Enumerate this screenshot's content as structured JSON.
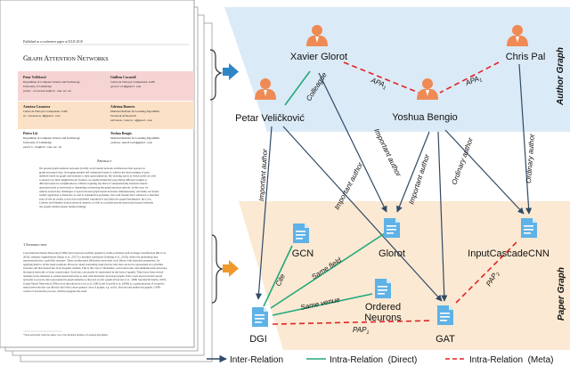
{
  "paper": {
    "header": "Published as a conference paper at ICLR 2018",
    "title": "Graph Attention Networks",
    "authors": [
      {
        "name": "Petar Veličković",
        "affil": "Department of Computer Science and Technology",
        "uni": "University of Cambridge",
        "email": "petar.velickovic@cst.cam.ac.uk"
      },
      {
        "name": "Guillem Cucurull",
        "affil": "Centre de Visió per Computador, UAB",
        "uni": "",
        "email": "gcucurull@gmail.com"
      },
      {
        "name": "Arantxa Casanova",
        "affil": "Centre de Visió per Computador, UAB",
        "uni": "",
        "email": "ar.casanova.8@gmail.com"
      },
      {
        "name": "Adriana Romero",
        "affil": "Montréal Institute for Learning Algorithms",
        "uni": "Facebook AI Research",
        "email": "adriana.romero.s@gmail.com"
      },
      {
        "name": "Pietro Liò",
        "affil": "Department of Computer Science and Technology",
        "uni": "University of Cambridge",
        "email": "pietro.lio@cst.cam.ac.uk"
      },
      {
        "name": "Yoshua Bengio",
        "affil": "Montréal Institute for Learning Algorithms",
        "uni": "",
        "email": "yoshua.umontreal@gmail.com"
      }
    ],
    "abstract_heading": "Abstract",
    "abstract_text": "We present graph attention networks (GATs), novel neural network architectures that operate on graph-structured data, leveraging masked self-attentional layers to address the shortcomings of prior methods based on graph convolutions or their approximations. By stacking layers in which nodes are able to attend over their neighborhoods' features, we enable (implicitly) specifying different weights to different nodes in a neighborhood, without requiring any kind of computationally intensive matrix operation (such as inversion) or depending on knowing the graph structure upfront. In this way, we address several key challenges of spectral-based graph neural networks simultaneously, and make our model readily applicable to inductive as well as transductive problems. Our GAT models have achieved or matched state-of-the-art results across four established transductive and inductive graph benchmarks: the Cora, Citeseer and Pubmed citation network datasets, as well as a protein-protein interaction dataset (wherein test graphs remain unseen during training).",
    "intro_heading": "1   Introduction",
    "intro_text": "Convolutional Neural Networks (CNNs) have been successfully applied to tackle problems such as image classification (He et al., 2016), semantic segmentation (Jégou et al., 2017) or machine translation (Gehring et al., 2016), where the underlying data representation has a grid-like structure. These architectures efficiently reuse their local filters, with learnable parameters, by applying them to all the input positions. However, many interesting tasks involve data that can not be represented in a grid-like structure and that instead lies in an irregular domain. This is the case of 3D meshes, social networks, telecommunication networks, biological networks or brain connectomes. Such data can usually be represented in the form of graphs. There have been several attempts in the literature to extend neural networks to deal with arbitrarily structured graphs. Early work used recursive neural networks to process data represented in graph domains as directed acyclic graphs (Frasconi et al., 1998; Sperduti & Starita, 1997). Graph Neural Networks (GNNs) were introduced in Gori et al. (2005) and Scarselli et al. (2009) as a generalization of recursive neural networks that can directly deal with a more general class of graphs, e.g. cyclic, directed and undirected graphs. GNNs consist of an iterative process, which propagates the node",
    "footnote": "*Work performed while the author was at the Montréal Institute of Learning Algorithms."
  },
  "graph": {
    "author_layer_label": "Author Graph",
    "paper_layer_label": "Paper Graph",
    "authors": {
      "xavier": "Xavier Glorot",
      "chris": "Chris Pal",
      "petar": "Petar Veličković",
      "yoshua": "Yoshua Bengio"
    },
    "papers": {
      "gcn": "GCN",
      "glorot": "Glorot",
      "inputcascade": "InputCascadeCNN",
      "dgi": "DGI",
      "ordered1": "Ordered",
      "ordered2": "Neurons",
      "gat": "GAT"
    },
    "edge_labels": {
      "colleague": "Colleague",
      "apa": "APA",
      "apa_sub": "1",
      "important": "Important author",
      "ordinary": "Ordinary author",
      "cite": "Cite",
      "same_field": "Same field",
      "same_venue": "Same venue",
      "pap": "PAP",
      "pap2_sub": "2",
      "pap1_sub": "1"
    }
  },
  "legend": {
    "inter": "Inter-Relation",
    "direct": "Intra-Relation  (Direct)",
    "meta": "Intra-Relation  (Meta)"
  },
  "colors": {
    "author_plane": "#dbeaf7",
    "paper_plane": "#fbe9d3",
    "author_icon": "#ef8a55",
    "doc_icon": "#5fb2e6",
    "inter_edge": "#2f4a66",
    "direct_edge": "#22a97a",
    "meta_edge": "#e02424",
    "arrow_blue": "#2f86c6",
    "arrow_orange": "#f0982b",
    "pink_band": "#f6d4d4",
    "peach_band": "#fbe1c6"
  }
}
